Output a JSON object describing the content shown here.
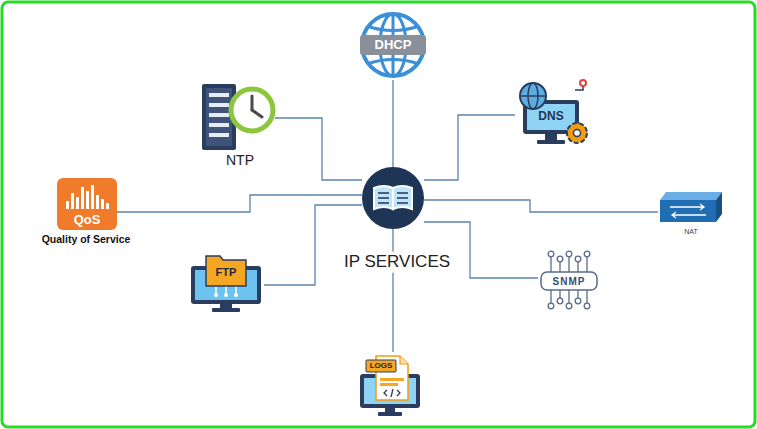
{
  "diagram": {
    "nodes": [
      {
        "text": [
          "DHCP"
        ]
      },
      {
        "text": [
          "NTP"
        ]
      },
      {
        "text": [
          "DNS"
        ]
      },
      {
        "text": [
          "QoS",
          "Quality of Service"
        ]
      },
      {
        "text": [
          "IP SERVICES"
        ]
      },
      {
        "text": [
          "NAT"
        ]
      },
      {
        "text": [
          "FTP"
        ]
      },
      {
        "text": [
          "SNMP"
        ]
      },
      {
        "text": [
          "LOGS"
        ]
      }
    ],
    "edges": [
      {
        "from": 4,
        "to": 0,
        "arrow": "none"
      },
      {
        "from": 4,
        "to": 1,
        "arrow": "none"
      },
      {
        "from": 4,
        "to": 2,
        "arrow": "none"
      },
      {
        "from": 4,
        "to": 3,
        "arrow": "none"
      },
      {
        "from": 4,
        "to": 5,
        "arrow": "none"
      },
      {
        "from": 4,
        "to": 6,
        "arrow": "none"
      },
      {
        "from": 4,
        "to": 7,
        "arrow": "none"
      },
      {
        "from": 4,
        "to": 8,
        "arrow": "none"
      }
    ]
  }
}
